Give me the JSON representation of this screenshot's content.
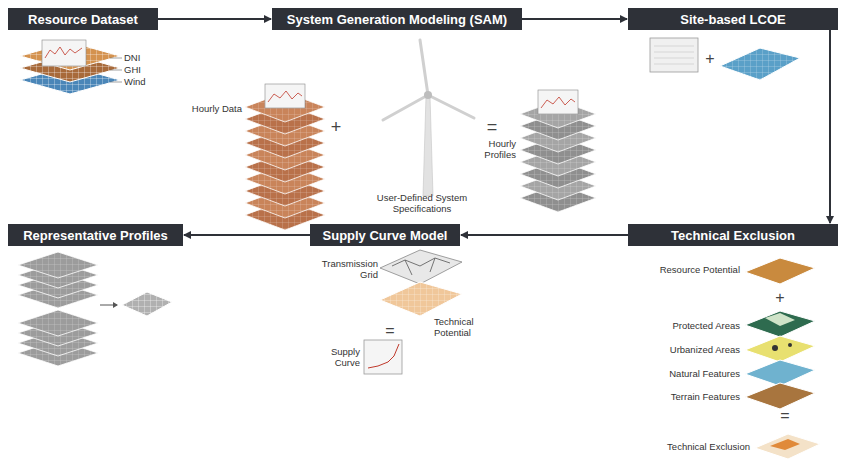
{
  "diagram": {
    "nodes": [
      {
        "text": [
          "Resource Dataset"
        ]
      },
      {
        "text": [
          "System Generation Modeling (SAM)"
        ]
      },
      {
        "text": [
          "Site-based LCOE"
        ]
      },
      {
        "text": [
          "Technical Exclusion"
        ]
      },
      {
        "text": [
          "Supply Curve Model"
        ]
      },
      {
        "text": [
          "Representative Profiles"
        ]
      }
    ],
    "edges": [
      {
        "from": 0,
        "to": 1,
        "arrow": "to"
      },
      {
        "from": 1,
        "to": 2,
        "arrow": "to"
      },
      {
        "from": 2,
        "to": 3,
        "arrow": "to"
      },
      {
        "from": 3,
        "to": 4,
        "arrow": "to"
      },
      {
        "from": 4,
        "to": 5,
        "arrow": "to"
      }
    ],
    "labels": [
      "DNI",
      "GHI",
      "Wind",
      "Hourly Data",
      "+",
      "User-Defined System Specifications",
      "=",
      "Hourly Profiles",
      "+",
      "Resource Potential",
      "+",
      "Protected Areas",
      "Urbanized Areas",
      "Natural Features",
      "Terrain Features",
      "=",
      "Technical Exclusion",
      "Transmission Grid",
      "Technical Potential",
      "=",
      "Supply Curve"
    ]
  }
}
